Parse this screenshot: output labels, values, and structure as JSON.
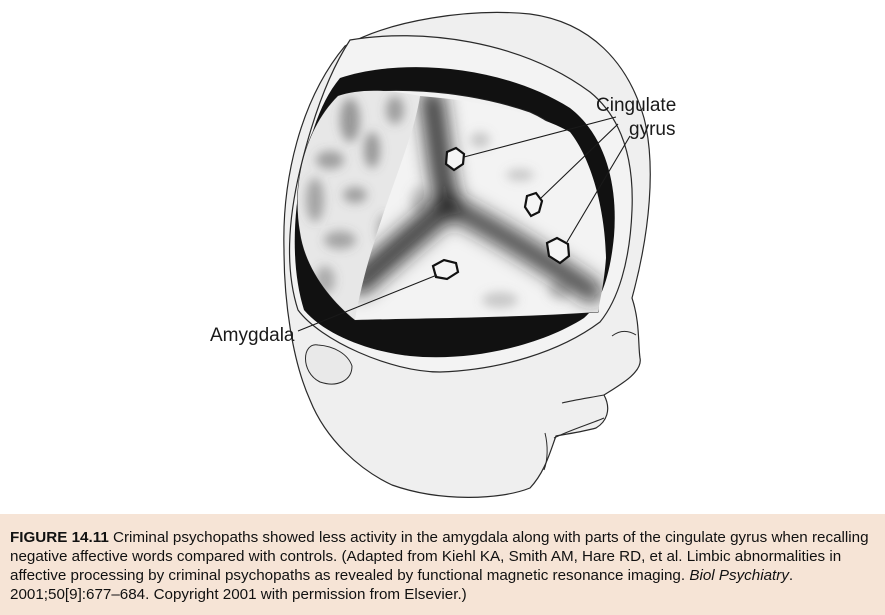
{
  "figure": {
    "labels": {
      "cingulate_line1": "Cingulate",
      "cingulate_line2": "gyrus",
      "amygdala": "Amygdala"
    },
    "colors": {
      "head_fill": "#eeeeee",
      "skull_band": "#111111",
      "activation_fill": "#f4f4f4"
    }
  },
  "caption": {
    "figure_number": "FIGURE 14.11",
    "text_part1": " Criminal psychopaths showed less activity in the amygdala along with parts of the cingulate gyrus when recalling negative affective words compared with controls. (Adapted from Kiehl KA, Smith AM, Hare RD, et al. Limbic abnormalities in affective processing by criminal psychopaths as revealed by functional magnetic resonance imaging. ",
    "journal": "Biol Psychiatry",
    "text_part2": ". 2001;50[9]:677–684. Copyright 2001 with permission from Elsevier.)",
    "background_color": "#f6e4d6"
  }
}
